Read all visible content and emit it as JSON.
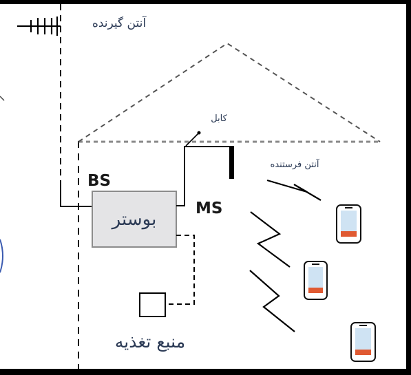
{
  "diagram": {
    "labels": {
      "receiving_antenna": "آنتن گیرنده",
      "cable": "کابل",
      "transmitting_antenna": "آنتن فرستنده",
      "bs": "BS",
      "ms": "MS",
      "booster": "بوستر",
      "power_supply": "منبع تغذیه"
    },
    "colors": {
      "frame": "#000000",
      "booster_fill": "#e4e4e6",
      "booster_stroke": "#8c8c8c",
      "roof": "#555555",
      "label_text": "#2b3a55",
      "phone_screen": "#cfe3f3",
      "phone_bar": "#e05a32"
    },
    "phones_count": 3
  }
}
